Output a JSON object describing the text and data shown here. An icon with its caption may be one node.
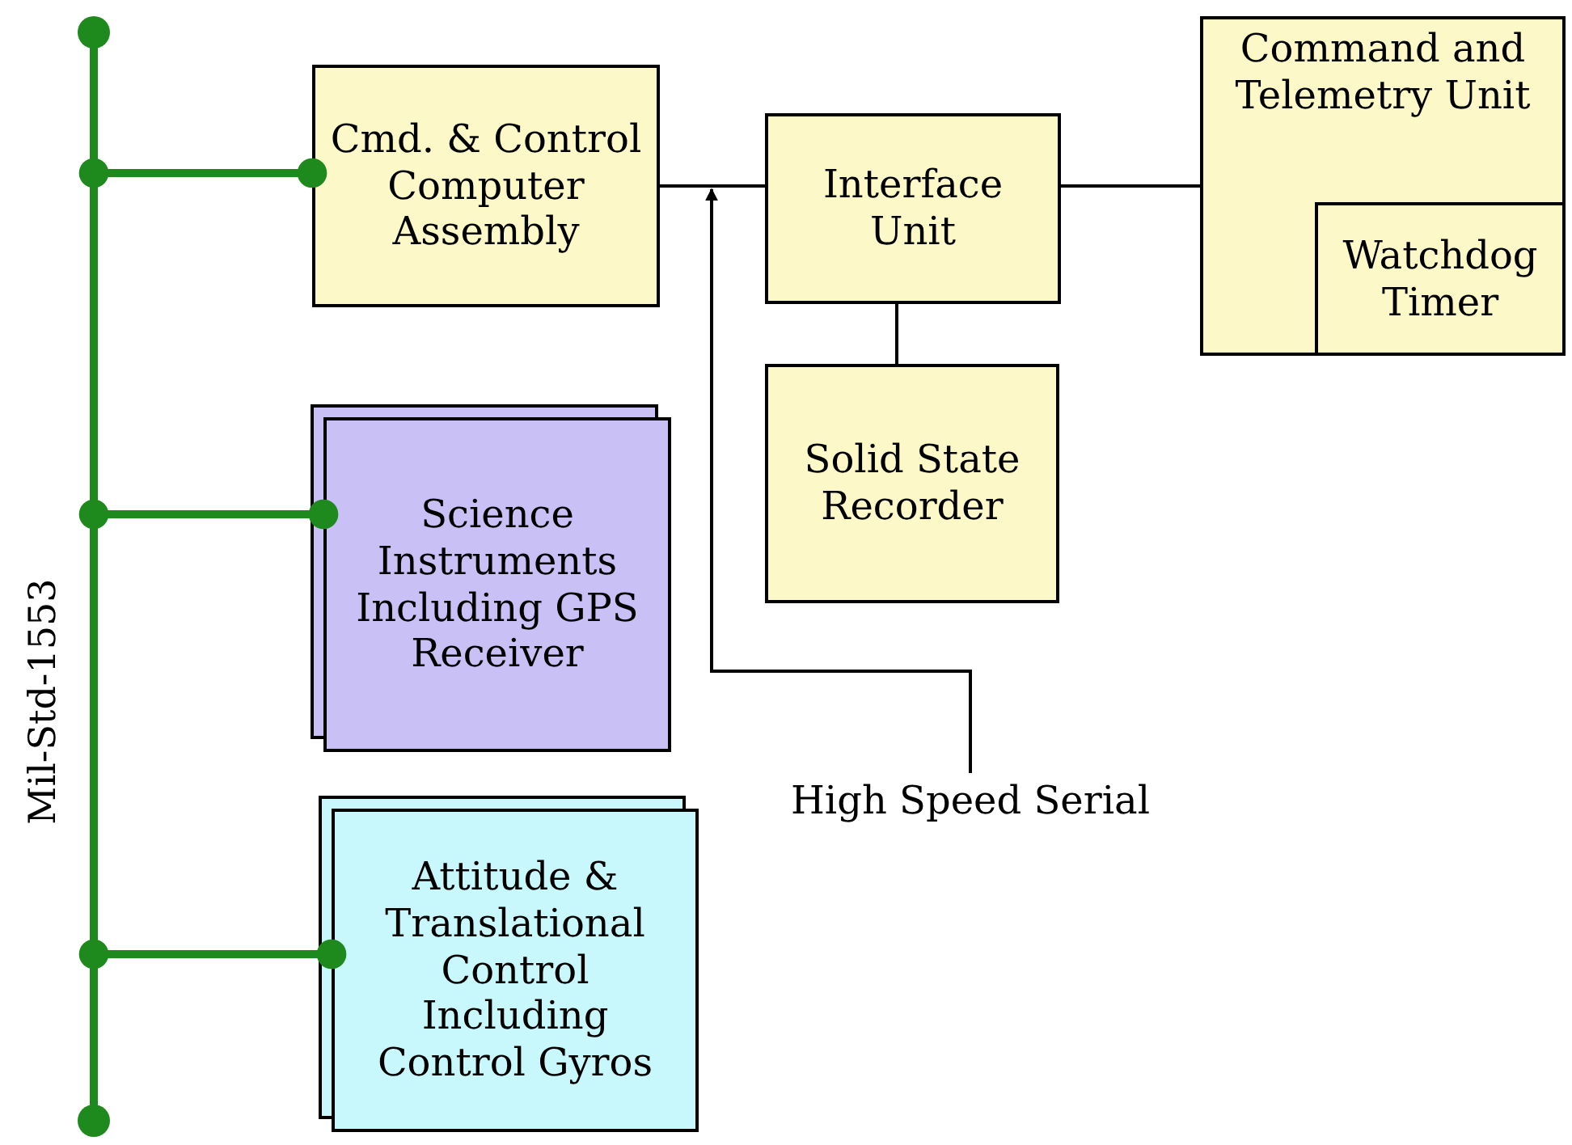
{
  "diagram": {
    "nodes": [
      {
        "text": [
          "Mil-Std-1553"
        ]
      },
      {
        "text": [
          "Cmd. & Control Computer Assembly"
        ]
      },
      {
        "text": [
          "Interface Unit"
        ]
      },
      {
        "text": [
          "Command and Telemetry Unit"
        ]
      },
      {
        "text": [
          "Watchdog Timer"
        ],
        "in": 3
      },
      {
        "text": [
          "Solid State Recorder"
        ]
      },
      {
        "text": [
          "Science Instruments Including GPS Receiver"
        ]
      },
      {
        "text": [
          "Attitude & Translational Control Including Control Gyros"
        ]
      },
      {
        "text": [
          "High Speed Serial"
        ]
      }
    ],
    "edges": [
      {
        "from": 0,
        "to": 1,
        "arrow": "other",
        "style": "thick",
        "color": "#1e8a1e"
      },
      {
        "from": 0,
        "to": 6,
        "arrow": "other",
        "style": "thick",
        "color": "#1e8a1e"
      },
      {
        "from": 0,
        "to": 7,
        "arrow": "other",
        "style": "thick",
        "color": "#1e8a1e"
      },
      {
        "from": 1,
        "to": 2,
        "arrow": "none"
      },
      {
        "from": 2,
        "to": 3,
        "arrow": "none"
      },
      {
        "from": 2,
        "to": 5,
        "arrow": "none"
      },
      {
        "from": 8,
        "to": null,
        "arrow": "to"
      }
    ]
  }
}
